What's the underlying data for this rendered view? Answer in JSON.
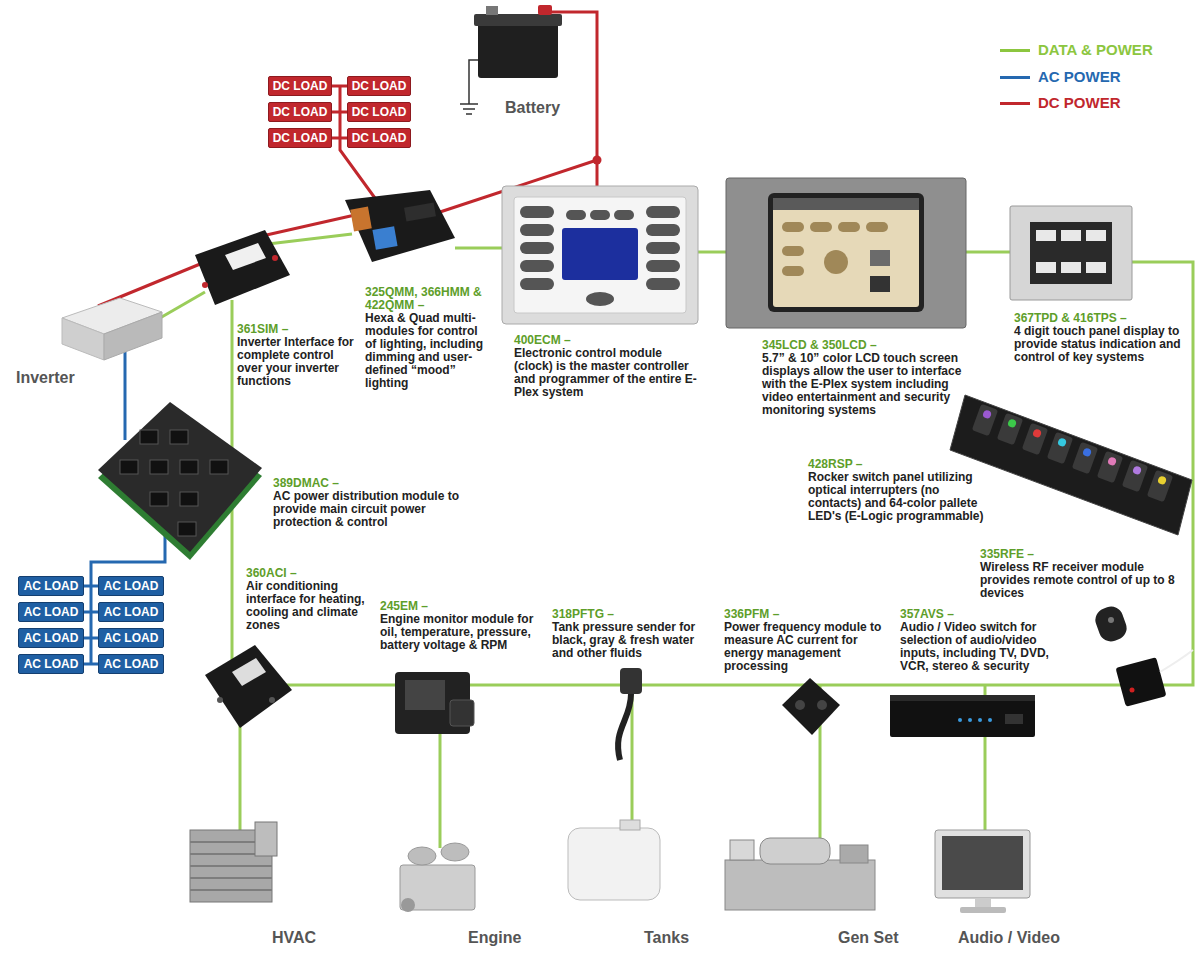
{
  "diagram": {
    "nodes": [
      {
        "text": [
          "DC LOAD"
        ]
      },
      {
        "text": [
          "DC LOAD"
        ]
      },
      {
        "text": [
          "DC LOAD"
        ]
      },
      {
        "text": [
          "DC LOAD"
        ]
      },
      {
        "text": [
          "DC LOAD"
        ]
      },
      {
        "text": [
          "DC LOAD"
        ]
      },
      {
        "text": [
          "AC LOAD"
        ]
      },
      {
        "text": [
          "AC LOAD"
        ]
      },
      {
        "text": [
          "AC LOAD"
        ]
      },
      {
        "text": [
          "AC LOAD"
        ]
      },
      {
        "text": [
          "AC LOAD"
        ]
      },
      {
        "text": [
          "AC LOAD"
        ]
      },
      {
        "text": [
          "AC LOAD"
        ]
      },
      {
        "text": [
          "AC LOAD"
        ]
      }
    ],
    "labels": [
      "Battery",
      "Inverter",
      "361SIM –",
      "Inverter Interface for complete control over your inverter functions",
      "325QMM, 366HMM & 422QMM –",
      "Hexa & Quad multi-modules for control of lighting, including dimming and user-defined “mood” lighting",
      "400ECM –",
      "Electronic control module (clock) is the master controller and programmer of the entire E-Plex system",
      "345LCD & 350LCD –",
      "5.7” & 10” color LCD touch screen displays allow the user to interface with the E-Plex system including video entertainment and security monitoring systems",
      "367TPD & 416TPS –",
      "4 digit touch panel display to provide status indication and control of key systems",
      "389DMAC –",
      "AC power distribution module to provide main circuit power protection & control",
      "428RSP –",
      "Rocker switch panel utilizing optical interrupters (no contacts) and 64-color pallete LED's (E-Logic programmable)",
      "335RFE –",
      "Wireless RF receiver module provides remote control of up to 8 devices",
      "360ACI –",
      "Air conditioning interface for heating, cooling and climate zones",
      "245EM –",
      "Engine monitor module for oil, temperature, pressure, battery voltage & RPM",
      "318PFTG –",
      "Tank pressure sender for black, gray & fresh water and other fluids",
      "336PFM –",
      "Power frequency module to measure AC current for energy management processing",
      "357AVS –",
      "Audio / Video switch for selection of audio/video inputs, including TV, DVD, VCR, stereo & security",
      "HVAC",
      "Engine",
      "Tanks",
      "Gen Set",
      "Audio / Video"
    ],
    "legend": [
      {
        "text": "DATA & POWER",
        "color": "#8cc63f"
      },
      {
        "text": "AC POWER",
        "color": "#2568b0"
      },
      {
        "text": "DC POWER",
        "color": "#c1272d"
      }
    ]
  }
}
